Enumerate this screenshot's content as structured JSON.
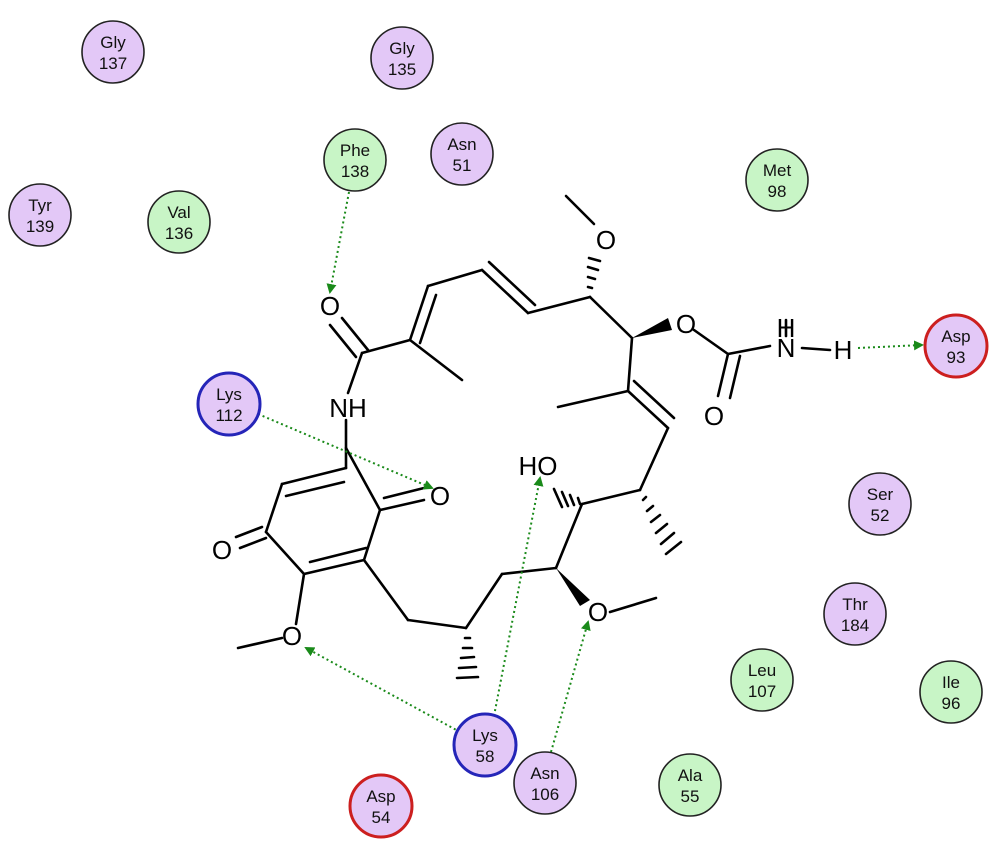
{
  "colors": {
    "polar_fill": "#e3c8f7",
    "hydrophobic_fill": "#c8f5c6",
    "basic_fill": "#e3c8f7",
    "basic_stroke": "#2525b8",
    "acidic_fill": "#e3c8f7",
    "acidic_stroke": "#cc1f1f",
    "hbond": "#1a8a1a"
  },
  "residues": {
    "gly137": {
      "name": "Gly",
      "num": "137",
      "type": "polar"
    },
    "gly135": {
      "name": "Gly",
      "num": "135",
      "type": "polar"
    },
    "phe138": {
      "name": "Phe",
      "num": "138",
      "type": "hydrophobic"
    },
    "asn51": {
      "name": "Asn",
      "num": "51",
      "type": "polar"
    },
    "met98": {
      "name": "Met",
      "num": "98",
      "type": "hydrophobic"
    },
    "tyr139": {
      "name": "Tyr",
      "num": "139",
      "type": "polar"
    },
    "val136": {
      "name": "Val",
      "num": "136",
      "type": "hydrophobic"
    },
    "asp93": {
      "name": "Asp",
      "num": "93",
      "type": "acidic"
    },
    "lys112": {
      "name": "Lys",
      "num": "112",
      "type": "basic"
    },
    "ser52": {
      "name": "Ser",
      "num": "52",
      "type": "polar"
    },
    "thr184": {
      "name": "Thr",
      "num": "184",
      "type": "polar"
    },
    "leu107": {
      "name": "Leu",
      "num": "107",
      "type": "hydrophobic"
    },
    "ile96": {
      "name": "Ile",
      "num": "96",
      "type": "hydrophobic"
    },
    "lys58": {
      "name": "Lys",
      "num": "58",
      "type": "basic"
    },
    "asn106": {
      "name": "Asn",
      "num": "106",
      "type": "polar"
    },
    "ala55": {
      "name": "Ala",
      "num": "55",
      "type": "hydrophobic"
    },
    "asp54": {
      "name": "Asp",
      "num": "54",
      "type": "acidic"
    }
  },
  "atoms": {
    "o_amide": "O",
    "nh": "NH",
    "o_methoxy_top": "O",
    "o_carbamate": "O",
    "nh_carbamate_h": "H",
    "nh_carbamate_n": "N",
    "nh_carbamate_h2": "H",
    "o_carbonyl_carbamate": "O",
    "o_quinone_right": "O",
    "o_quinone_left": "O",
    "ho": "HO",
    "o_methoxy_ring": "O",
    "o_methoxy_chain": "O"
  },
  "hbonds": [
    {
      "from": "Phe 138",
      "to": "amide O"
    },
    {
      "from": "Lys 112",
      "to": "quinone O"
    },
    {
      "from": "N-H",
      "to": "Asp 93"
    },
    {
      "from": "Lys 58",
      "to": "HO"
    },
    {
      "from": "Lys 58",
      "to": "methoxy O"
    },
    {
      "from": "Asn 106",
      "to": "methoxy O"
    }
  ]
}
